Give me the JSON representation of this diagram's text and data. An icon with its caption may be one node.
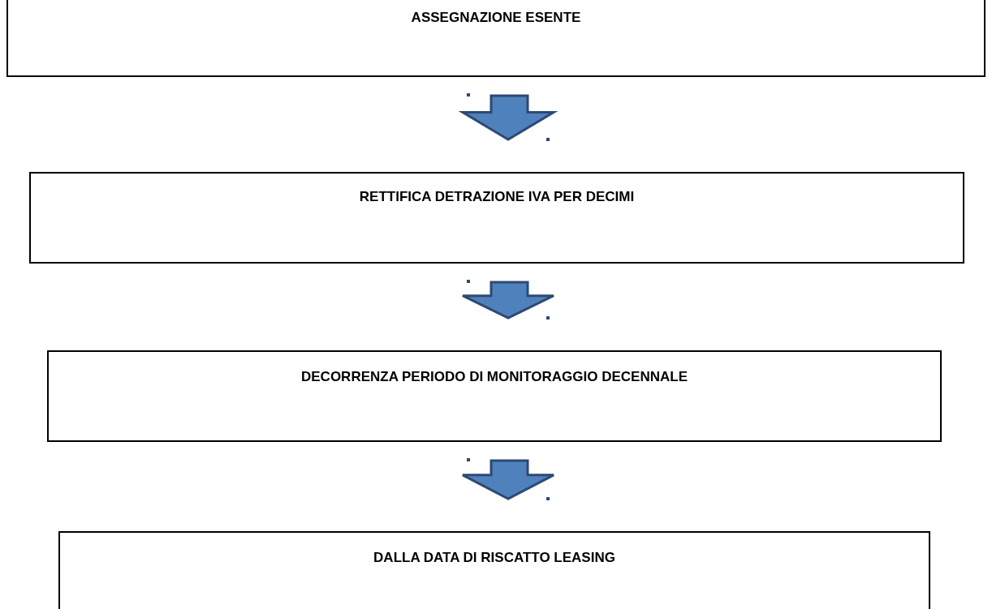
{
  "diagram": {
    "nodes": [
      {
        "text": [
          "ASSEGNAZIONE ESENTE"
        ]
      },
      {
        "text": [
          "RETTIFICA DETRAZIONE IVA PER DECIMI"
        ]
      },
      {
        "text": [
          "DECORRENZA PERIODO DI MONITORAGGIO DECENNALE"
        ]
      },
      {
        "text": [
          "DALLA DATA DI RISCATTO LEASING"
        ]
      }
    ],
    "edges": [
      {
        "from": 0,
        "to": 1,
        "arrow": "to"
      },
      {
        "from": 1,
        "to": 2,
        "arrow": "to"
      },
      {
        "from": 2,
        "to": 3,
        "arrow": "to"
      }
    ]
  }
}
